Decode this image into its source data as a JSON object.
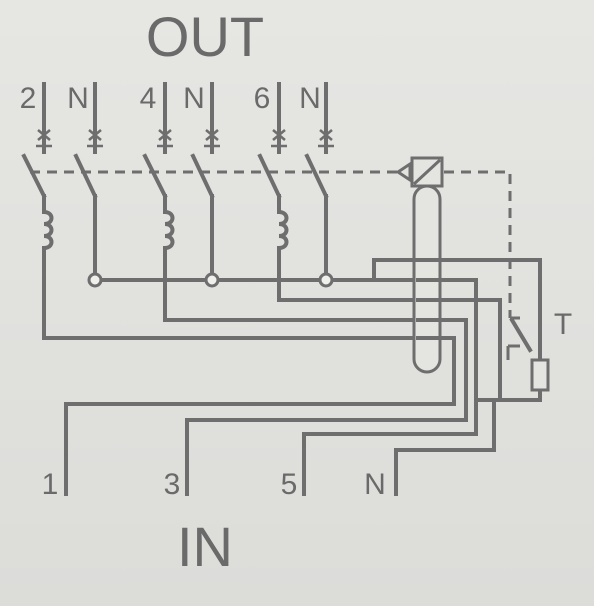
{
  "header": {
    "title": "OUT"
  },
  "footer": {
    "title": "IN"
  },
  "outputs": {
    "labels": [
      "2",
      "N",
      "4",
      "N",
      "6",
      "N"
    ]
  },
  "inputs": {
    "labels": [
      "1",
      "3",
      "5",
      "N"
    ]
  },
  "test_button": {
    "label": "T"
  },
  "colors": {
    "line": "#6e6e6e",
    "background": "#e2e2df"
  }
}
